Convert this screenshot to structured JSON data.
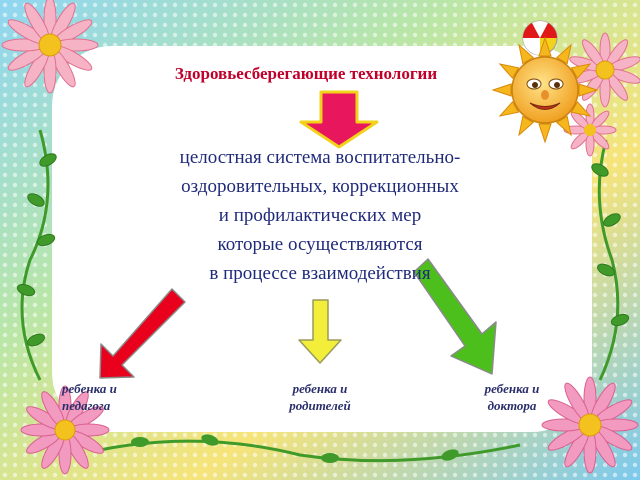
{
  "slide": {
    "title": "Здоровьесберегающие технологии",
    "definition_lines": [
      "целостная система воспитательно-",
      "оздоровительных, коррекционных",
      "и профилактических  мер",
      "которые осуществляются",
      "в процессе взаимодействия"
    ],
    "branches": [
      {
        "line1": "ребенка и",
        "line2": "педагога"
      },
      {
        "line1": "ребенка и",
        "line2": "родителей"
      },
      {
        "line1": "ребенка и",
        "line2": "доктора"
      }
    ]
  },
  "colors": {
    "title": "#c0002a",
    "text": "#1f2a7a",
    "arrow_down": "#e8175d",
    "arrow_left": "#e8001c",
    "arrow_mid": "#f2ee3a",
    "arrow_right": "#4cbf1c"
  }
}
